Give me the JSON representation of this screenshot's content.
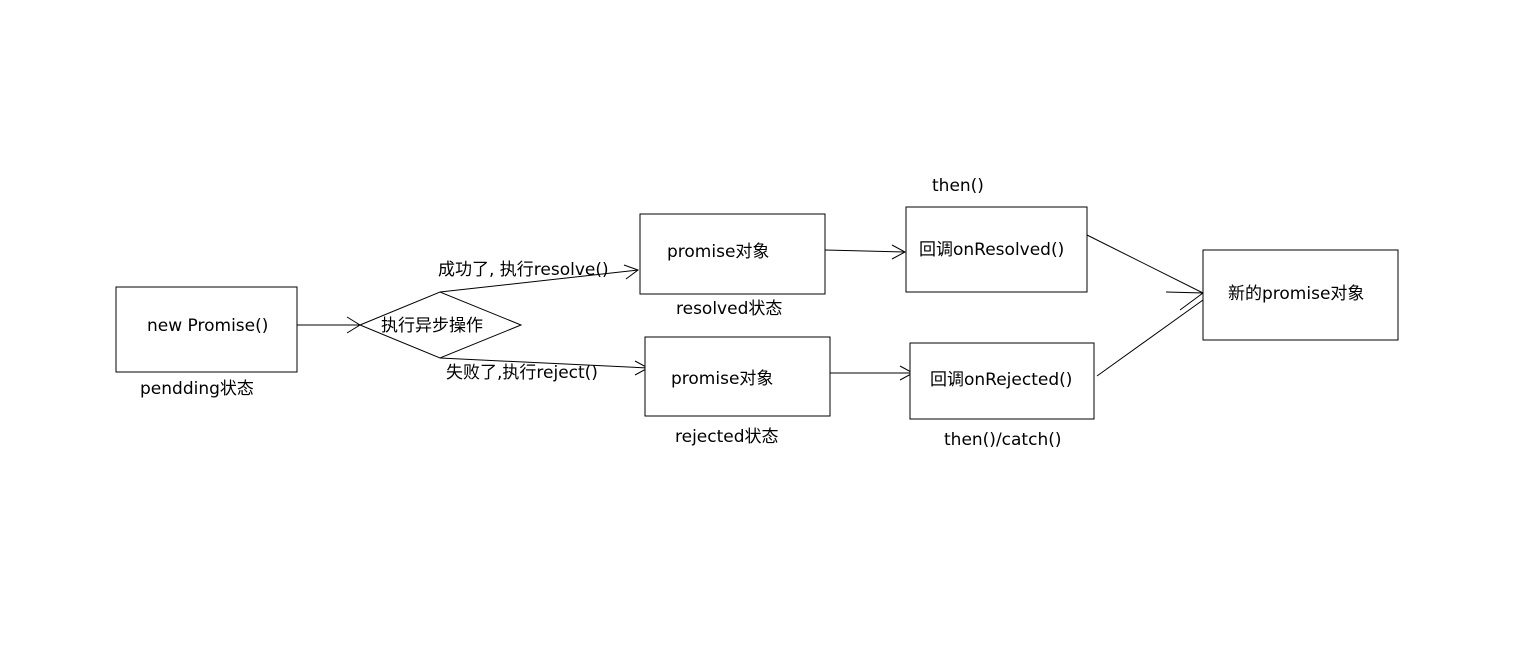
{
  "nodes": {
    "new_promise": "new Promise()",
    "async_op": "执行异步操作",
    "promise_resolved": "promise对象",
    "promise_rejected": "promise对象",
    "on_resolved": "回调onResolved()",
    "on_rejected": "回调onRejected()",
    "new_promise_object": "新的promise对象"
  },
  "labels": {
    "pending_state": "pendding状态",
    "success_edge": "成功了, 执行resolve()",
    "failure_edge": "失败了,执行reject()",
    "resolved_state": "resolved状态",
    "rejected_state": "rejected状态",
    "then_top": "then()",
    "then_catch": "then()/catch()"
  },
  "colors": {
    "stroke": "#000000",
    "background": "#ffffff"
  }
}
